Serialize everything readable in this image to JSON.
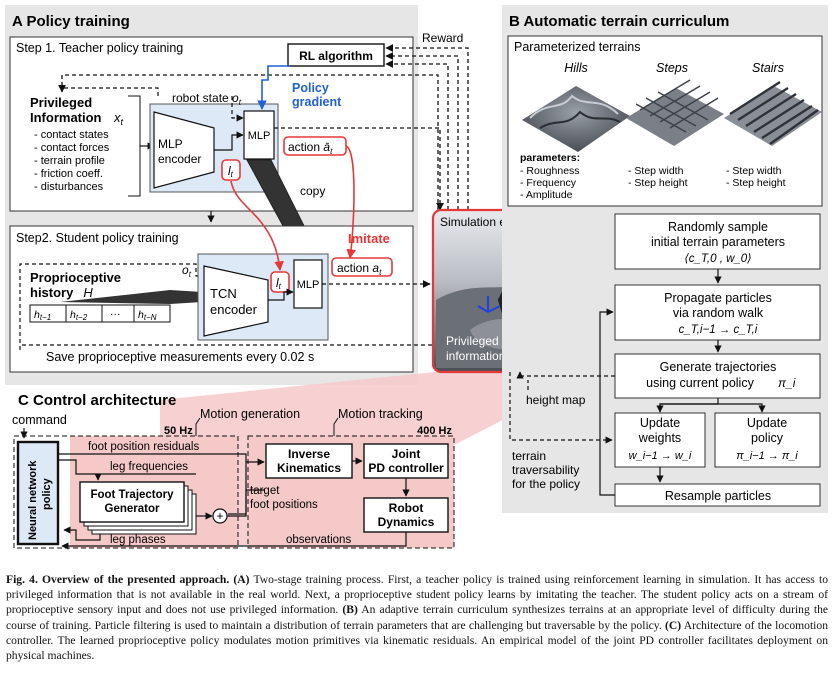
{
  "panelA": {
    "title": "A Policy training",
    "step1": "Step 1. Teacher policy training",
    "step2": "Step2. Student policy training",
    "rl": "RL algorithm",
    "reward": "Reward",
    "policy_gradient_1": "Policy",
    "policy_gradient_2": "gradient",
    "priv_title_1": "Privileged",
    "priv_title_2": "Information",
    "priv_var": "x",
    "priv_var_sub": "t",
    "priv_items": [
      "- contact states",
      "- contact forces",
      "- terrain profile",
      "- friction coeff.",
      "- disturbances"
    ],
    "robot_state": "robot state",
    "robot_state_var": "o",
    "robot_state_sub": "t",
    "mlp_encoder_1": "MLP",
    "mlp_encoder_2": "encoder",
    "mlp": "MLP",
    "latent": "l",
    "latent_sub": "t",
    "action_teacher": "action",
    "action_teacher_var": "ā",
    "action_teacher_sub": "t",
    "copy": "copy",
    "imitate": "Imitate",
    "prop_title_1": "Proprioceptive",
    "prop_title_2": "history",
    "prop_var": "H",
    "obs_var": "o",
    "obs_sub": "t",
    "tcn_1": "TCN",
    "tcn_2": "encoder",
    "action_student": "action",
    "action_student_var": "a",
    "action_student_sub": "t",
    "hist_cells": [
      "h",
      "h",
      "···",
      "h"
    ],
    "hist_subs": [
      "t−1",
      "t−2",
      "",
      "t−N"
    ],
    "save_text": "Save proprioceptive measurements every 0.02 s",
    "sim_env": "Simulation environment",
    "priv_terrain_1": "Privileged terrain",
    "priv_terrain_2": "information"
  },
  "panelB": {
    "title": "B Automatic terrain curriculum",
    "param_title": "Parameterized terrains",
    "terrains": [
      "Hills",
      "Steps",
      "Stairs"
    ],
    "params_label": "parameters:",
    "hills_params": [
      "- Roughness",
      "- Frequency",
      "- Amplitude"
    ],
    "steps_params": [
      "- Step width",
      "- Step height"
    ],
    "stairs_params": [
      "- Step width",
      "- Step height"
    ],
    "box1_1": "Randomly sample",
    "box1_2": "initial terrain parameters",
    "box1_3": "⟨c_T,0 , w_0⟩",
    "box2_1": "Propagate particles",
    "box2_2": "via random walk",
    "box2_3": "c_T,i−1 → c_T,i",
    "box3_1": "Generate trajectories",
    "box3_2": "using current policy",
    "box3_3": "π_i",
    "box4_1": "Update",
    "box4_2": "weights",
    "box4_3": "w_i−1 → w_i",
    "box5_1": "Update",
    "box5_2": "policy",
    "box5_3": "π_i−1 → π_i",
    "box6": "Resample particles",
    "height_map": "height map",
    "trav_1": "terrain",
    "trav_2": "traversability",
    "trav_3": "for the policy"
  },
  "panelC": {
    "title": "C Control architecture",
    "command": "command",
    "motion_gen": "Motion generation",
    "motion_track": "Motion tracking",
    "hz50": "50 Hz",
    "hz400": "400 Hz",
    "nn_1": "Neural network",
    "nn_2": "policy",
    "foot_res": "foot position residuals",
    "leg_freq": "leg frequencies",
    "ftg_1": "Foot Trajectory",
    "ftg_2": "Generator",
    "leg_phases": "leg phases",
    "ik_1": "Inverse",
    "ik_2": "Kinematics",
    "pd_1": "Joint",
    "pd_2": "PD controller",
    "rd_1": "Robot",
    "rd_2": "Dynamics",
    "target_1": "target",
    "target_2": "foot positions",
    "observations": "observations",
    "plus": "+"
  },
  "caption": {
    "fig": "Fig. 4. Overview of the presented approach.",
    "a_label": "(A)",
    "a_text": " Two-stage training process. First, a teacher policy is trained using reinforcement learning in simulation. It has access to privileged information that is not available in the real world. Next, a proprioceptive student policy learns by imitating the teacher. The student policy acts on a stream of proprioceptive sensory input and does not use privileged information. ",
    "b_label": "(B)",
    "b_text": " An adaptive terrain curriculum synthesizes terrains at an appropriate level of difficulty during the course of training. Particle filtering is used to maintain a distribution of terrain parameters that are challenging but traversable by the policy. ",
    "c_label": "(C)",
    "c_text": " Architecture of the locomotion controller. The learned proprioceptive policy modulates motion primitives via kinematic residuals. An empirical model of the joint PD controller facilitates deployment on physical machines."
  },
  "colors": {
    "panel_bg": "#e6e6e6",
    "blue_box": "#dde9f6",
    "red": "#e53838",
    "blue": "#2060d8",
    "pink": "#f6c9c9"
  }
}
